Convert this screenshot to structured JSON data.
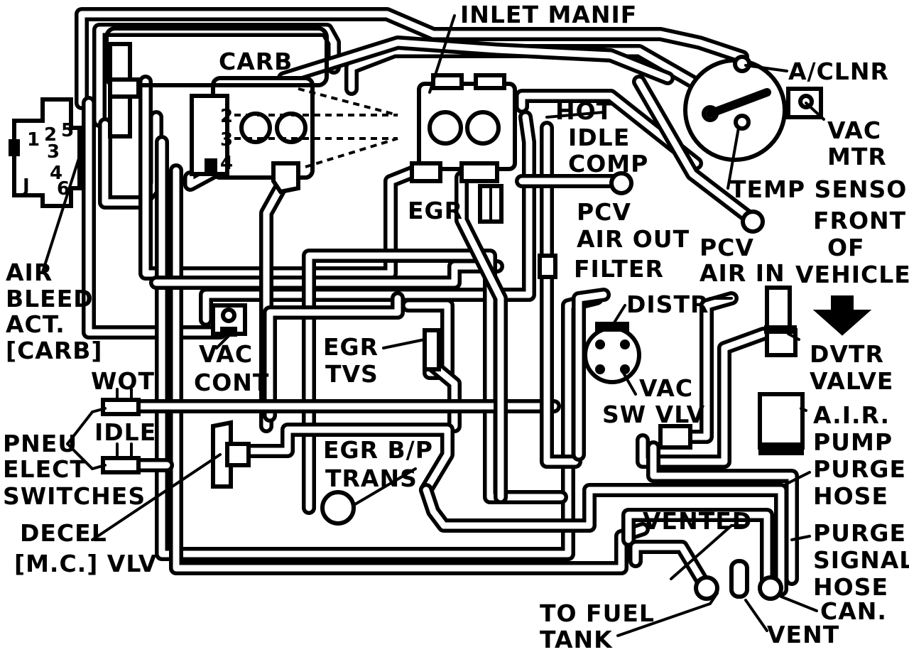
{
  "labels": {
    "inlet_manif": "INLET MANIF",
    "carb": "CARB",
    "a_clnr": "A/CLNR",
    "hot_idle_comp": [
      "HOT",
      "IDLE",
      "COMP"
    ],
    "vac_mtr": [
      "VAC",
      "MTR"
    ],
    "temp_sensor": "TEMP SENSOR",
    "front_of_vehicle": [
      "FRONT",
      "OF",
      "VEHICLE"
    ],
    "egr": "EGR",
    "pcv_air_out_filter": [
      "PCV",
      "AIR OUT",
      "FILTER"
    ],
    "pcv_air_in": [
      "PCV",
      "AIR IN"
    ],
    "air_bleed_act": [
      "AIR",
      "BLEED",
      "ACT.",
      "[CARB]"
    ],
    "distr": "DISTR",
    "egr_tvs": [
      "EGR",
      "TVS"
    ],
    "vac_cont": [
      "VAC",
      "CONT"
    ],
    "dvtr_valve": [
      "DVTR",
      "VALVE"
    ],
    "wot": "WOT",
    "idle": "IDLE",
    "vac_sw_vlv": [
      "VAC",
      "SW VLV"
    ],
    "air_pump": [
      "A.I.R.",
      "PUMP"
    ],
    "pneu_elect_switches": [
      "PNEU",
      "ELECT",
      "SWITCHES"
    ],
    "egr_bp_trans": [
      "EGR B/P",
      "TRANS"
    ],
    "purge_hose": [
      "PURGE",
      "HOSE"
    ],
    "decel_vlv": [
      "DECEL",
      "[M.C.] VLV"
    ],
    "vented": "VENTED",
    "purge_signal_hose": [
      "PURGE",
      "SIGNAL",
      "HOSE"
    ],
    "can": "CAN.",
    "to_fuel_tank": [
      "TO FUEL",
      "TANK"
    ],
    "vent": "VENT"
  },
  "carb_ports": [
    "2",
    "3",
    "4"
  ],
  "connector_pins": [
    "1",
    "2",
    "3",
    "4",
    "J",
    "5",
    "6"
  ]
}
